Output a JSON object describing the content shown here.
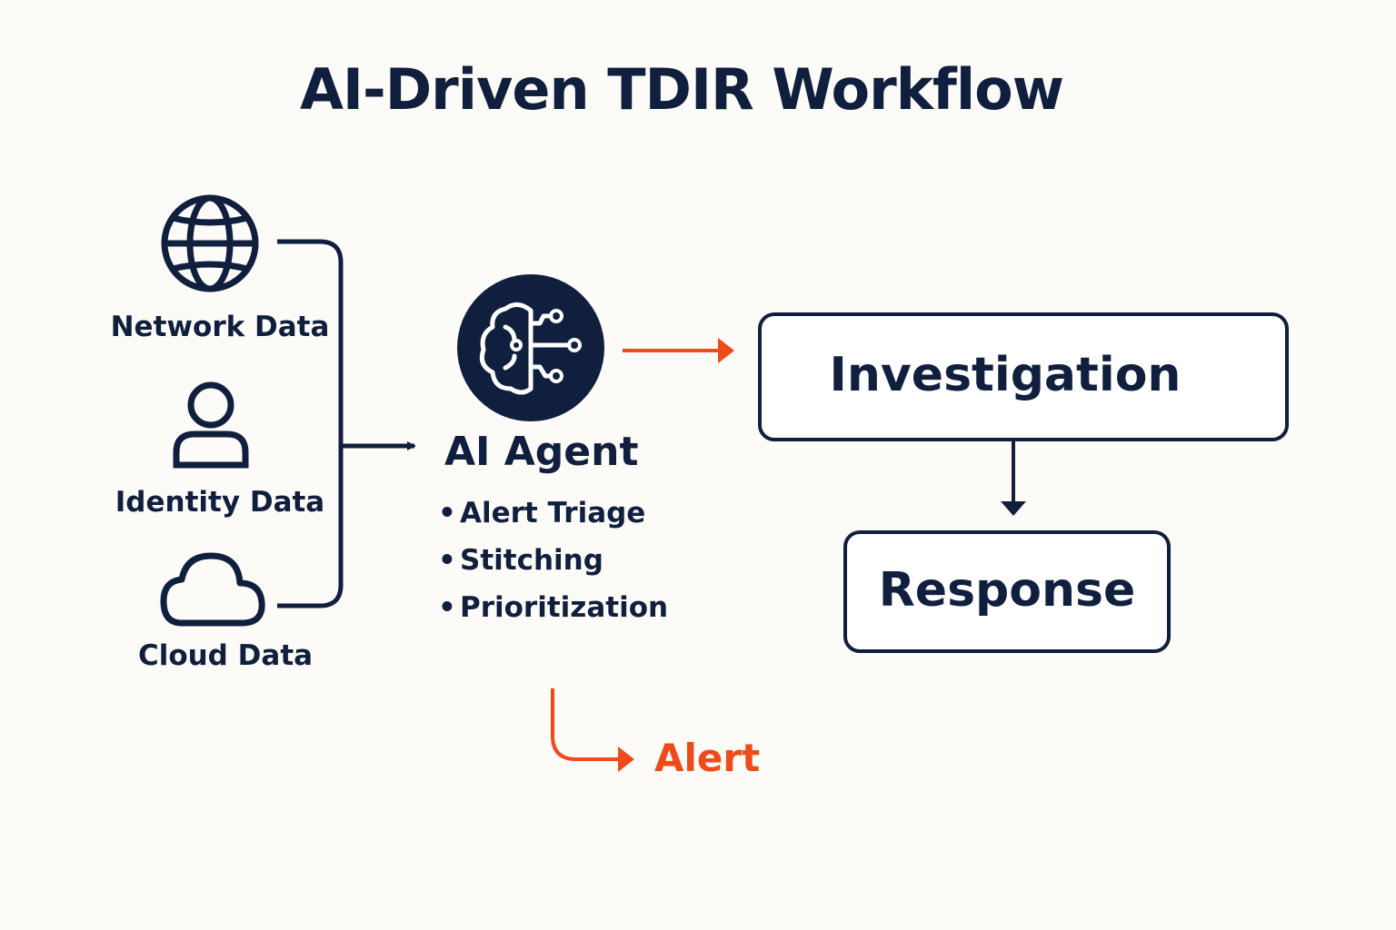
{
  "title": "AI-Driven TDIR Workflow",
  "colors": {
    "navy": "#0f1f3d",
    "accent": "#ef4a1a",
    "background": "#fcfbf8"
  },
  "sources": [
    {
      "label": "Network Data",
      "icon": "globe-icon"
    },
    {
      "label": "Identity Data",
      "icon": "user-icon"
    },
    {
      "label": "Cloud Data",
      "icon": "cloud-icon"
    }
  ],
  "agent": {
    "icon": "ai-brain-circuit-icon",
    "title": "AI Agent",
    "bullets": [
      "Alert Triage",
      "Stitching",
      "Prioritization"
    ]
  },
  "stages": {
    "investigation": "Investigation",
    "response": "Response"
  },
  "alert": {
    "label": "Alert"
  }
}
